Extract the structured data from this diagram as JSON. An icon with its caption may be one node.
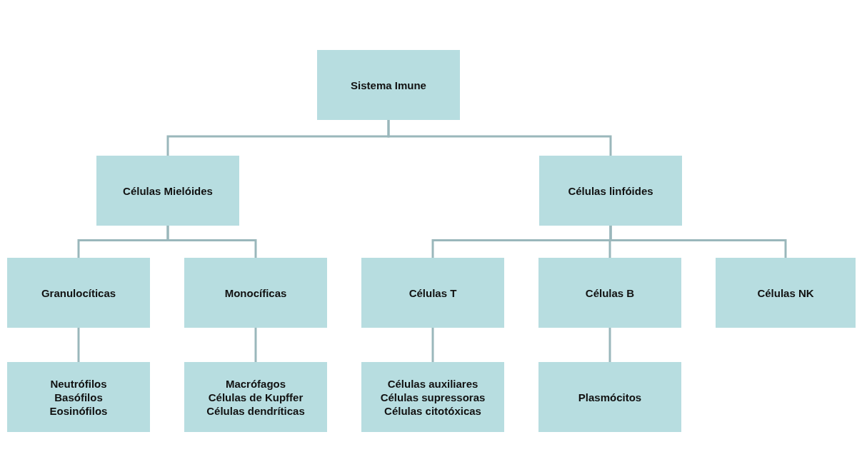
{
  "diagram": {
    "nodes": [
      {
        "text": [
          "Sistema Imune"
        ]
      },
      {
        "text": [
          "Células Mielóides"
        ]
      },
      {
        "text": [
          "Células linfóides"
        ]
      },
      {
        "text": [
          "Granulocíticas"
        ]
      },
      {
        "text": [
          "Monocíficas"
        ]
      },
      {
        "text": [
          "Células T"
        ]
      },
      {
        "text": [
          "Células B"
        ]
      },
      {
        "text": [
          "Células NK"
        ]
      },
      {
        "text": [
          "Neutrófilos",
          "Basófilos",
          "Eosinófilos"
        ]
      },
      {
        "text": [
          "Macrófagos",
          "Células de Kupffer",
          "Células dendríticas"
        ]
      },
      {
        "text": [
          "Células auxiliares",
          "Células supressoras",
          "Células citotóxicas"
        ]
      },
      {
        "text": [
          "Plasmócitos"
        ]
      }
    ],
    "edges": [
      {
        "from": 0,
        "to": 1,
        "arrow": "none"
      },
      {
        "from": 0,
        "to": 2,
        "arrow": "none"
      },
      {
        "from": 1,
        "to": 3,
        "arrow": "none"
      },
      {
        "from": 1,
        "to": 4,
        "arrow": "none"
      },
      {
        "from": 2,
        "to": 5,
        "arrow": "none"
      },
      {
        "from": 2,
        "to": 6,
        "arrow": "none"
      },
      {
        "from": 2,
        "to": 7,
        "arrow": "none"
      },
      {
        "from": 3,
        "to": 8,
        "arrow": "none"
      },
      {
        "from": 4,
        "to": 9,
        "arrow": "none"
      },
      {
        "from": 5,
        "to": 10,
        "arrow": "none"
      },
      {
        "from": 6,
        "to": 11,
        "arrow": "none"
      }
    ]
  }
}
